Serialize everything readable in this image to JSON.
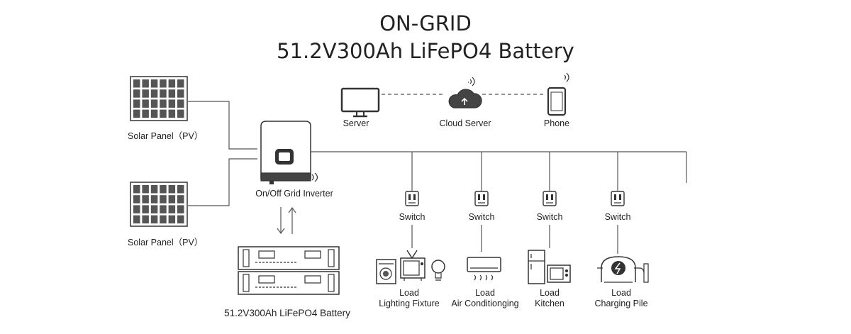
{
  "title_line1": "ON-GRID",
  "title_line2": "51.2V300Ah LiFePO4 Battery",
  "solar_panel_top": "Solar Panel（PV）",
  "solar_panel_bottom": "Solar Panel（PV）",
  "inverter": "On/Off Grid Inverter",
  "battery": "51.2V300Ah LiFePO4 Battery",
  "server": "Server",
  "cloud_server": "Cloud Server",
  "phone": "Phone",
  "switches": [
    "Switch",
    "Switch",
    "Switch",
    "Switch"
  ],
  "loads": [
    {
      "line1": "Load",
      "line2": "Lighting Fixture"
    },
    {
      "line1": "Load",
      "line2": "Air Conditionging"
    },
    {
      "line1": "Load",
      "line2": "Kitchen"
    },
    {
      "line1": "Load",
      "line2": "Charging Pile"
    }
  ],
  "icons": [
    "solar-panel-icon",
    "inverter-icon",
    "battery-icon",
    "server-icon",
    "cloud-icon",
    "phone-icon",
    "switch-icon",
    "washing-machine-icon",
    "tv-icon",
    "bulb-icon",
    "air-conditioner-icon",
    "fridge-icon",
    "microwave-icon",
    "ev-charger-icon"
  ]
}
